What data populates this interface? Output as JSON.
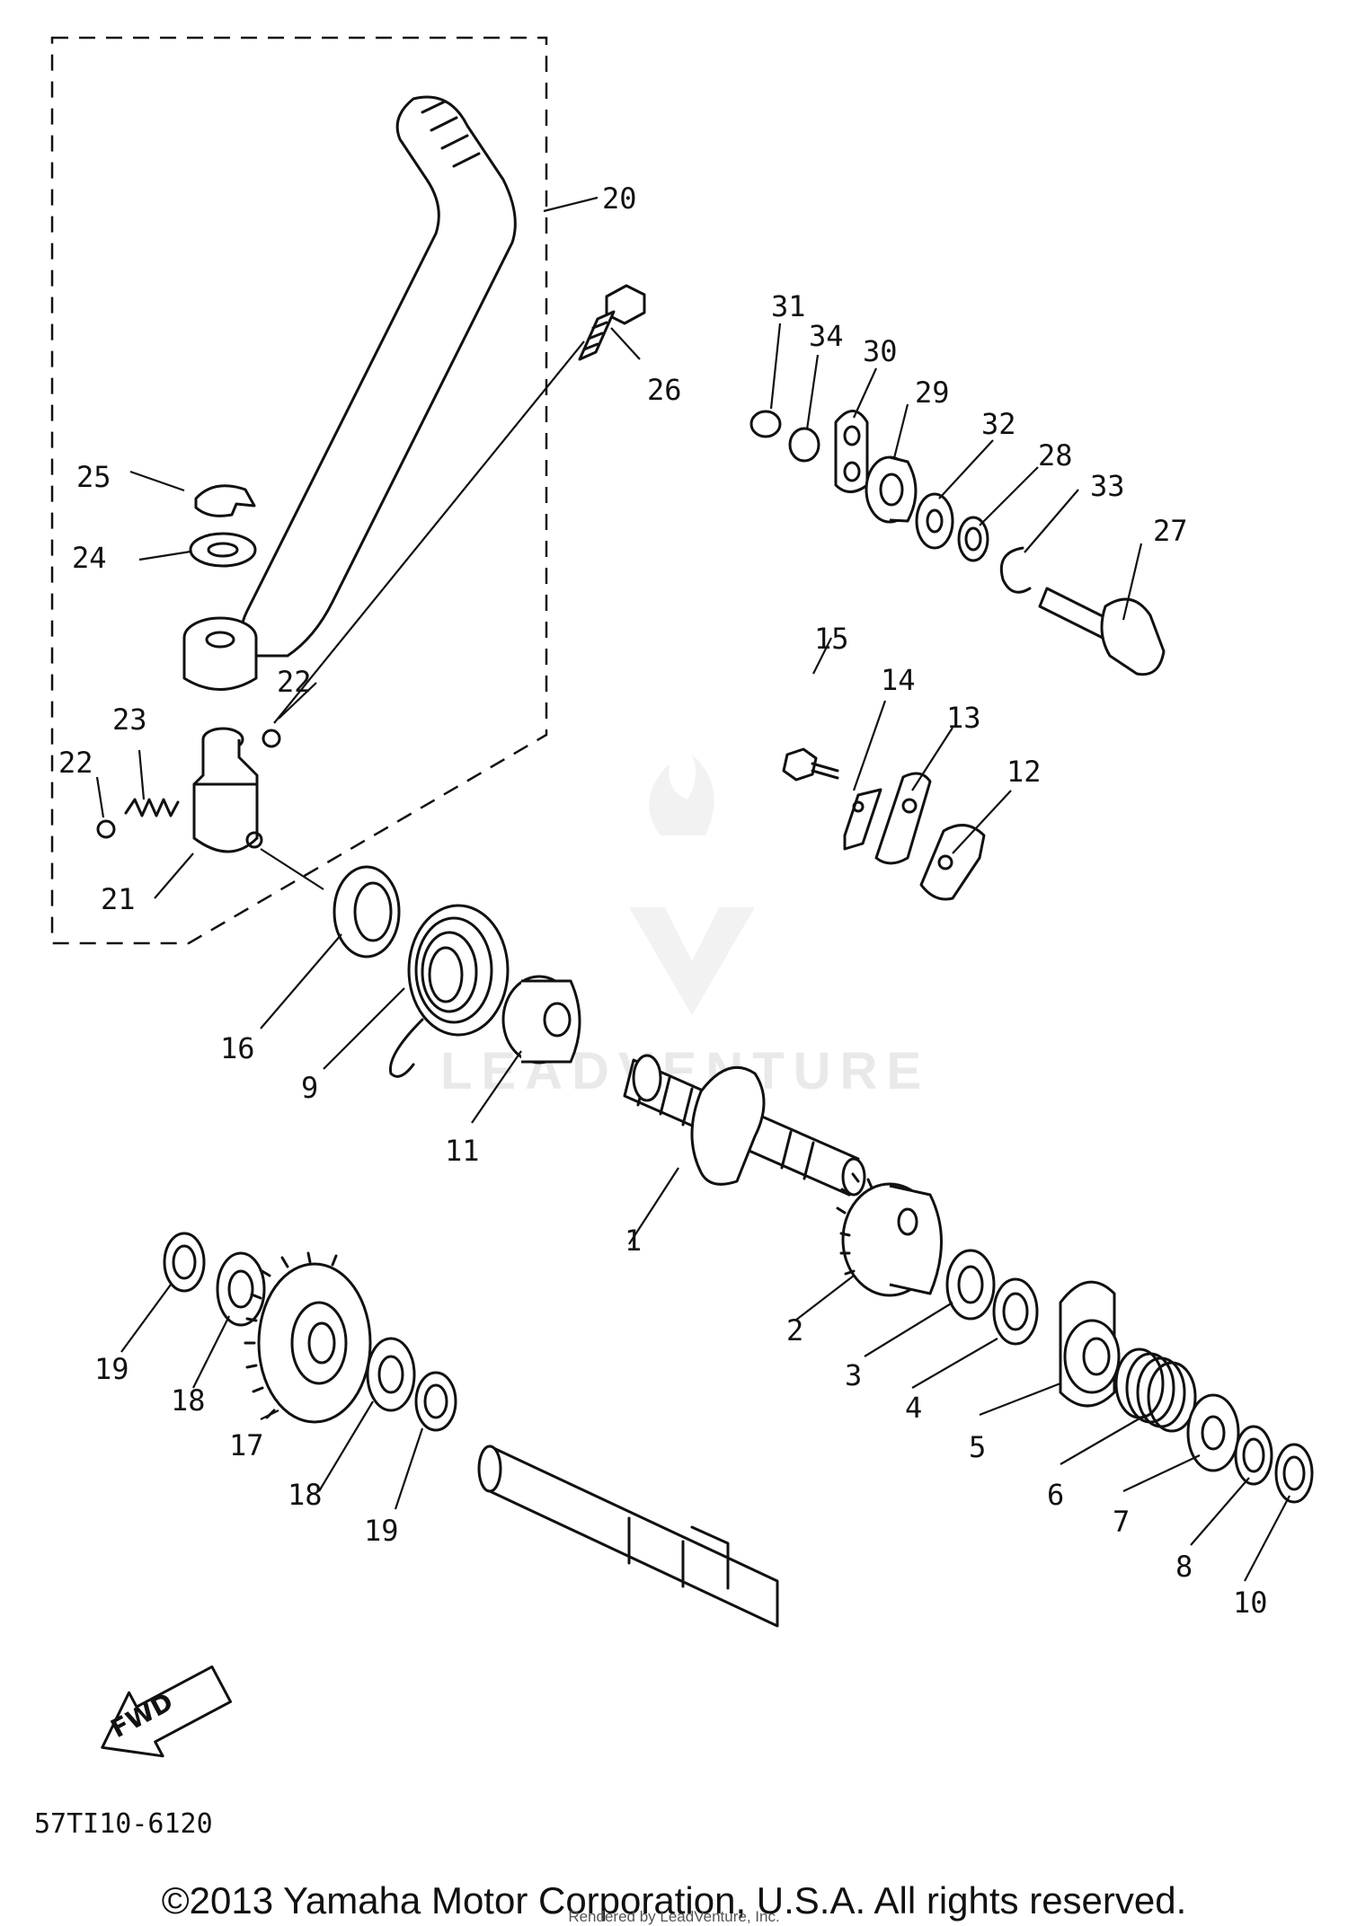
{
  "diagram": {
    "drawing_code": "57TI10-6120",
    "fwd_label": "FWD",
    "watermark": "LEADVENTURE",
    "callouts": [
      "1",
      "2",
      "3",
      "4",
      "5",
      "6",
      "7",
      "8",
      "10",
      "9",
      "11",
      "12",
      "13",
      "14",
      "15",
      "16",
      "17",
      "18",
      "18",
      "19",
      "19",
      "20",
      "21",
      "22",
      "22",
      "23",
      "24",
      "25",
      "26",
      "27",
      "28",
      "29",
      "30",
      "31",
      "32",
      "33",
      "34"
    ]
  },
  "footer": {
    "copyright": "©2013 Yamaha Motor Corporation, U.S.A. All rights reserved.",
    "rendered_by": "Rendered by LeadVenture, Inc."
  }
}
